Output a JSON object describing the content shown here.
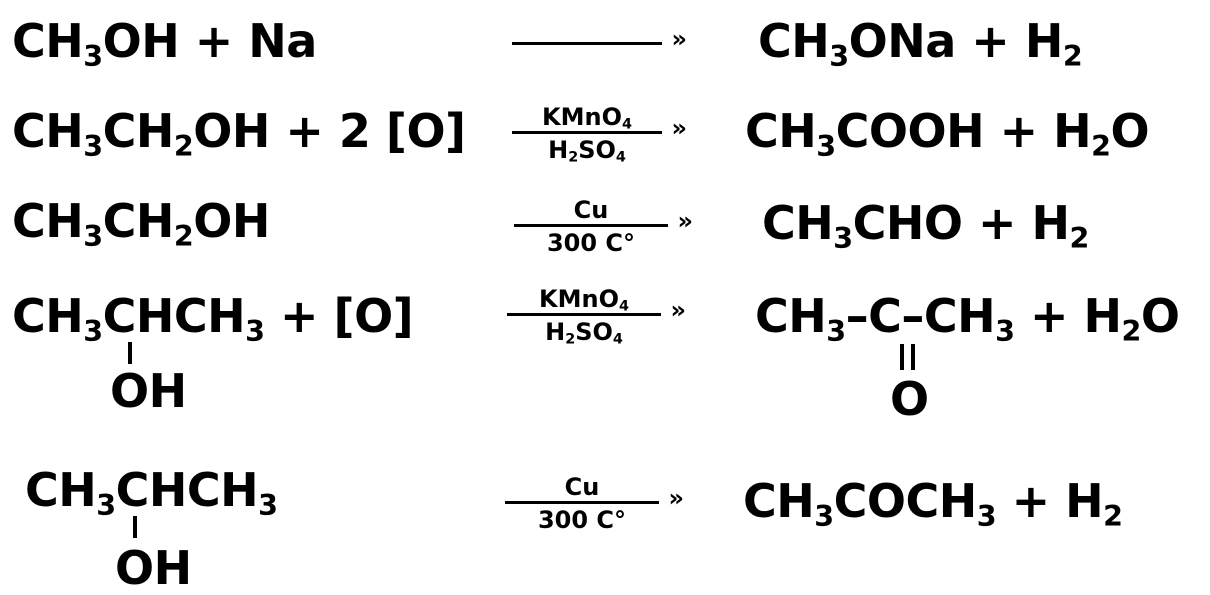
{
  "reactions": [
    {
      "reactants": "CH3OH + Na",
      "conditions_above": "",
      "conditions_below": "",
      "products": "CH3ONa + H2"
    },
    {
      "reactants": "CH3CH2OH + 2 [O]",
      "conditions_above": "KMnO4",
      "conditions_below": "H2SO4",
      "products": "CH3COOH + H2O"
    },
    {
      "reactants": "CH3CH2OH",
      "conditions_above": "Cu",
      "conditions_below": "300 C°",
      "products": "CH3CHO + H2"
    },
    {
      "reactants": "CH3CHCH3 + [O]",
      "reactant_branch": "OH",
      "conditions_above": "KMnO4",
      "conditions_below": "H2SO4",
      "products": "CH3–C–CH3 + H2O",
      "product_branch": "O"
    },
    {
      "reactants": "CH3CHCH3",
      "reactant_branch": "OH",
      "conditions_above": "Cu",
      "conditions_below": "300 C°",
      "products": "CH3COCH3 + H2"
    }
  ]
}
